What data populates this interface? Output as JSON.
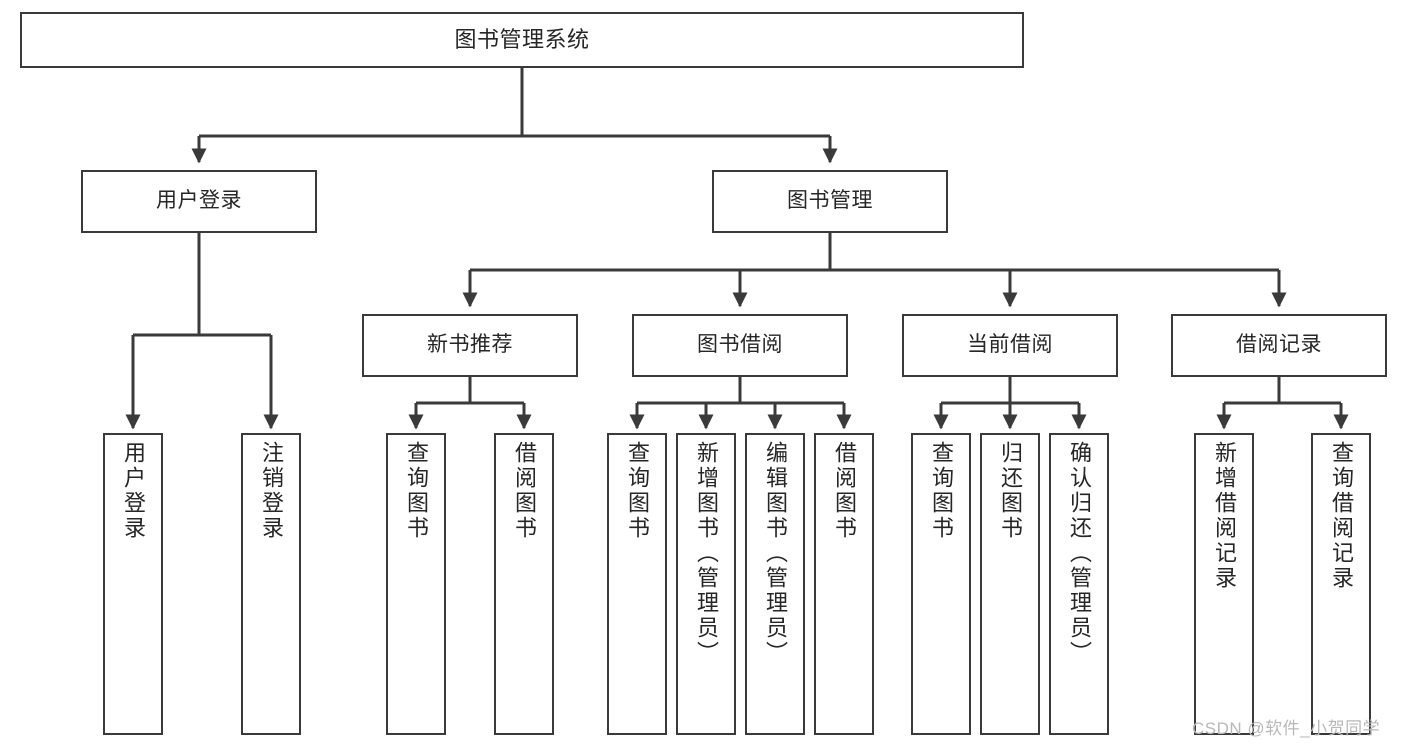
{
  "diagram": {
    "type": "tree-hierarchy",
    "title": "图书管理系统",
    "root": {
      "label": "图书管理系统"
    },
    "level2": [
      {
        "label": "用户登录"
      },
      {
        "label": "图书管理"
      }
    ],
    "level3": [
      {
        "label": "新书推荐"
      },
      {
        "label": "图书借阅"
      },
      {
        "label": "当前借阅"
      },
      {
        "label": "借阅记录"
      }
    ],
    "leaves": {
      "user_login": [
        {
          "label": "用户登录"
        },
        {
          "label": "注销登录"
        }
      ],
      "new_book_recommend": [
        {
          "label": "查询图书"
        },
        {
          "label": "借阅图书"
        }
      ],
      "book_borrow": [
        {
          "label": "查询图书"
        },
        {
          "label": "新增图书（管理员）"
        },
        {
          "label": "编辑图书（管理员）"
        },
        {
          "label": "借阅图书"
        }
      ],
      "current_borrow": [
        {
          "label": "查询图书"
        },
        {
          "label": "归还图书"
        },
        {
          "label": "确认归还（管理员）"
        }
      ],
      "borrow_record": [
        {
          "label": "新增借阅记录"
        },
        {
          "label": "查询借阅记录"
        }
      ]
    }
  },
  "watermark": {
    "text": "CSDN @软件_小贺同学"
  },
  "colors": {
    "border": "#3a3a3a",
    "text": "#262626",
    "background": "#ffffff",
    "watermark": "#b8b8b8"
  }
}
